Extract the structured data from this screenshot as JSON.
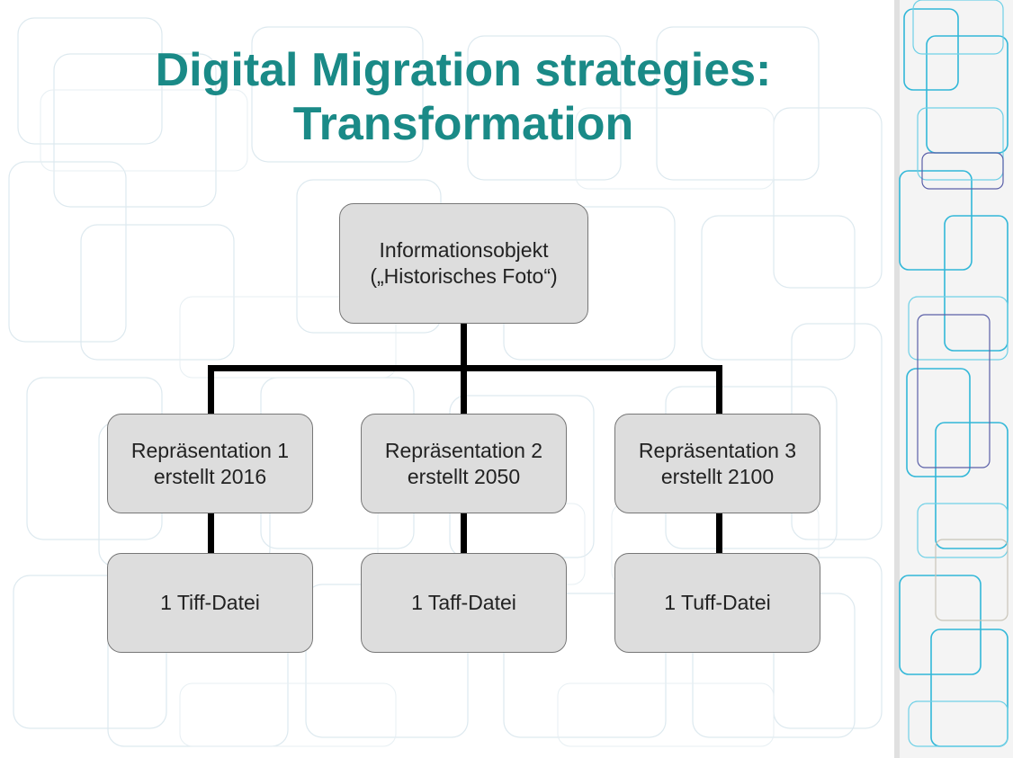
{
  "slide": {
    "title_line1": "Digital Migration strategies:",
    "title_line2": "Transformation"
  },
  "diagram": {
    "root": {
      "line1": "Informationsobjekt",
      "line2": "(„Historisches Foto“)"
    },
    "branches": [
      {
        "line1": "Repräsentation 1",
        "line2": "erstellt 2016",
        "file": "1 Tiff-Datei"
      },
      {
        "line1": "Repräsentation 2",
        "line2": "erstellt 2050",
        "file": "1 Taff-Datei"
      },
      {
        "line1": "Repräsentation 3",
        "line2": "erstellt 2100",
        "file": "1 Tuff-Datei"
      }
    ]
  },
  "colors": {
    "title": "#1a8a87",
    "box_fill": "#dddddd",
    "connector": "#000000"
  }
}
